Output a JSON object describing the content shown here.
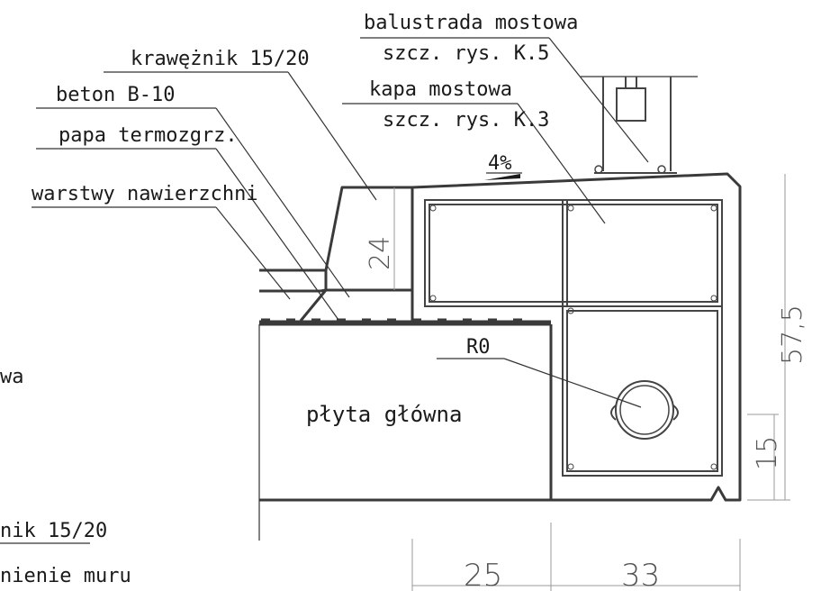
{
  "labels": {
    "balustrada": "balustrada mostowa",
    "balustrada_ref": "szcz. rys. K.5",
    "kapa": "kapa mostowa",
    "kapa_ref": "szcz. rys. K.3",
    "kraweznik": "krawężnik 15/20",
    "beton": "beton B-10",
    "papa": "papa termozgrz.",
    "warstwy": "warstwy nawierzchni",
    "plyta": "płyta główna",
    "r0": "R0",
    "slope": "4%",
    "left_cut_1": "wa",
    "left_cut_2": "nik 15/20",
    "left_cut_3": "nienie muru"
  },
  "dimensions": {
    "curb_height": "24",
    "total_height": "57,5",
    "bottom_height": "15",
    "width_left": "25",
    "width_right": "33"
  },
  "colors": {
    "lines": "#3a3a3a",
    "dimensions": "#9a9a9a",
    "text": "#1a1a1a"
  }
}
